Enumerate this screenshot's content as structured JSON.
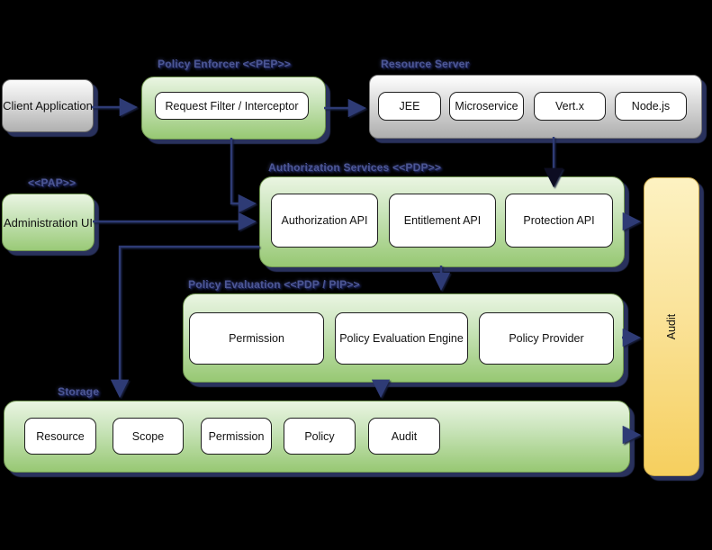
{
  "nodes": {
    "client_application": {
      "label": "Client Application"
    },
    "administration_ui": {
      "label": "Administration UI"
    },
    "audit_sidebar": {
      "label": "Audit"
    }
  },
  "groups": {
    "policy_enforcer": {
      "label": "Policy Enforcer <<PEP>>",
      "items": [
        "Request Filter / Interceptor"
      ]
    },
    "resource_server": {
      "label": "Resource Server",
      "items": [
        "JEE",
        "Microservice",
        "Vert.x",
        "Node.js"
      ]
    },
    "administration": {
      "label": "<<PAP>>"
    },
    "authorization_services": {
      "label": "Authorization Services <<PDP>>",
      "items": [
        "Authorization API",
        "Entitlement API",
        "Protection API"
      ]
    },
    "policy_evaluation": {
      "label": "Policy Evaluation <<PDP / PIP>>",
      "items": [
        "Permission",
        "Policy Evaluation Engine",
        "Policy Provider"
      ]
    },
    "storage": {
      "label": "Storage",
      "items": [
        "Resource",
        "Scope",
        "Permission",
        "Policy",
        "Audit"
      ]
    }
  },
  "colors": {
    "background": "#000000",
    "connector": "#2f3b75",
    "box_shadow": "#2b3461",
    "group_label_text": "#4d5794",
    "green_gradient_top": "#eaf5e2",
    "green_gradient_bottom": "#97c873",
    "gray_gradient_top": "#ffffff",
    "gray_gradient_bottom": "#aeaeae",
    "audit_gradient_top": "#fdf2c2",
    "audit_gradient_bottom": "#f6cf5e"
  }
}
